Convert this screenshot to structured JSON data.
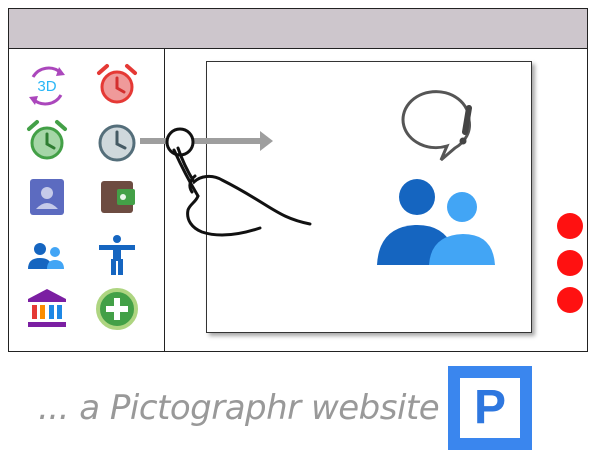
{
  "sidebar": {
    "icons": [
      {
        "name": "3d-rotate-icon",
        "label": "3D"
      },
      {
        "name": "alarm-red-icon"
      },
      {
        "name": "alarm-green-icon"
      },
      {
        "name": "clock-gray-icon"
      },
      {
        "name": "contact-card-icon"
      },
      {
        "name": "wallet-icon"
      },
      {
        "name": "people-icon"
      },
      {
        "name": "accessibility-icon"
      },
      {
        "name": "bank-icon"
      },
      {
        "name": "add-circle-icon"
      }
    ]
  },
  "main": {
    "illustration": "swipe-gesture-with-alert-people",
    "indicator_dots": 3
  },
  "footer": {
    "tagline": "... a Pictographr website",
    "logo_letter": "P"
  },
  "colors": {
    "titlebar": "#cdc6cc",
    "dot": "#ff1111",
    "logo": "#3a86ee",
    "people_dark": "#1565c0",
    "people_light": "#42a5f5"
  }
}
